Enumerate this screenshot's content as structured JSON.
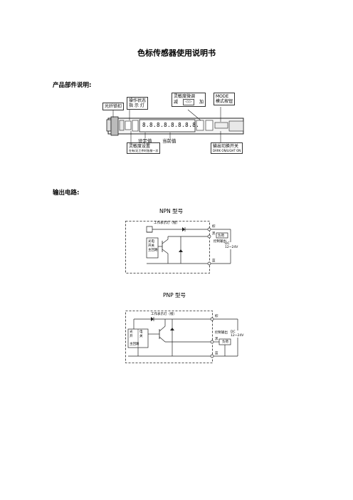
{
  "doc_title": "色标传感器使用说明书",
  "section_parts": "产品部件说明:",
  "parts": {
    "fiber_clamp": "光纤锁扣",
    "op_status": [
      "操作状态",
      "指 示 灯"
    ],
    "sens_fine": "灵敏度微调",
    "fine_minus": "减",
    "fine_plus": "加",
    "mode": [
      "MODE",
      "模式按钮"
    ],
    "set_value": "设定值",
    "current_value": "当前值",
    "sens_set": [
      "灵敏度设置",
      "在有/无工件时各按一次"
    ],
    "out_switch": [
      "输出切换开关",
      "DARK ON/LIGHT ON"
    ],
    "display_digits": "8.8.8.8.8.8.8.8."
  },
  "section_output": "输出电路:",
  "npn": {
    "title": "NPN 型号",
    "indicator": "工作表示灯（橙）",
    "main_circuit": [
      "光电",
      "开关",
      "主回路"
    ],
    "wire_brown": "棕",
    "wire_black": "黑",
    "wire_blue": "蓝",
    "load": "负荷",
    "control_output": "控制输出",
    "dc": [
      "DC",
      "12~24V"
    ]
  },
  "pnp": {
    "title": "PNP 型号",
    "indicator": "工作表示灯（橙）",
    "main_circuit": [
      "光",
      "电",
      "开",
      "关",
      "主回路"
    ],
    "wire_brown": "棕",
    "wire_black": "黑",
    "wire_blue": "蓝",
    "load": "负荷",
    "control_output": "控制输出",
    "dc": [
      "DC",
      "12~24V"
    ]
  }
}
